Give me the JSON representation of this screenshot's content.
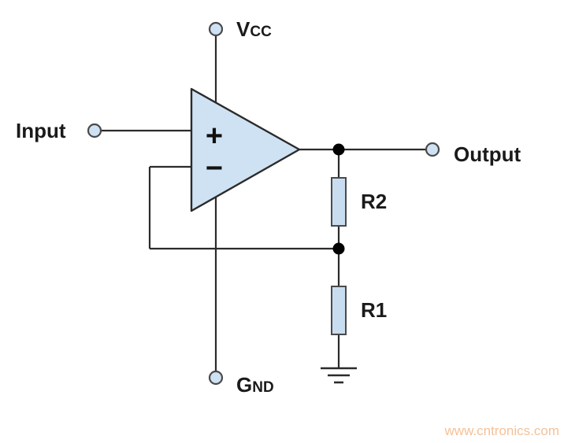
{
  "diagram": {
    "type": "circuit-schematic",
    "description": "Non-inverting op-amp amplifier with feedback resistor divider",
    "labels": {
      "input": "Input",
      "output": "Output",
      "vcc_prefix": "V",
      "vcc_suffix": "CC",
      "gnd_prefix": "G",
      "gnd_suffix": "ND",
      "r2": "R2",
      "r1": "R1",
      "plus": "+",
      "minus": "−"
    },
    "components": {
      "opamp": "operational amplifier",
      "r2": "feedback resistor R2 (output to feedback node)",
      "r1": "resistor R1 (feedback node to ground)"
    },
    "colors": {
      "component_fill": "#cfe2f3",
      "stroke": "#2b2b2b",
      "junction": "#000000",
      "watermark": "#f5c197"
    },
    "watermark": "www.cntronics.com"
  }
}
